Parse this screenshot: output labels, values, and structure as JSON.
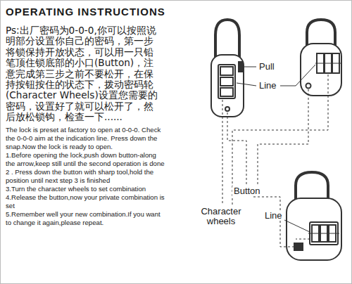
{
  "diagram": {
    "title": "OPERATING INSTRUCTIONS",
    "labels": [
      "Ps:出厂密码为0-0-0,你可以按照说明部分设置你自己的密码，第一步将锁保持开放状态，可以用一只铅笔顶住锁底部的小口(Button)，注意完成第三步之前不要松开，在保持按钮按住的状态下，拨动密码轮(Character Wheels)设置您需要的密码，设置好了就可以松开了，然后放松锁钩，检查一下......",
      "The lock is preset at factory to open at 0-0-0. Check the 0-0-0 aim at the indication line. Press down the snap.Now the lock is ready to open.",
      "1.Before opening the lock,push down button-along the arrow,keep still until the second operation is done",
      "2 . Press down the button with sharp tool,hold the position until next step 3 is finished",
      "3.Turn the character wheels to set combination",
      "4.Release the button,now your private combination is set",
      "5.Remember well your new combination.If you want to change it again,please repeat.",
      "Pull",
      "Line",
      "Button",
      "Character wheels",
      "Line"
    ]
  }
}
